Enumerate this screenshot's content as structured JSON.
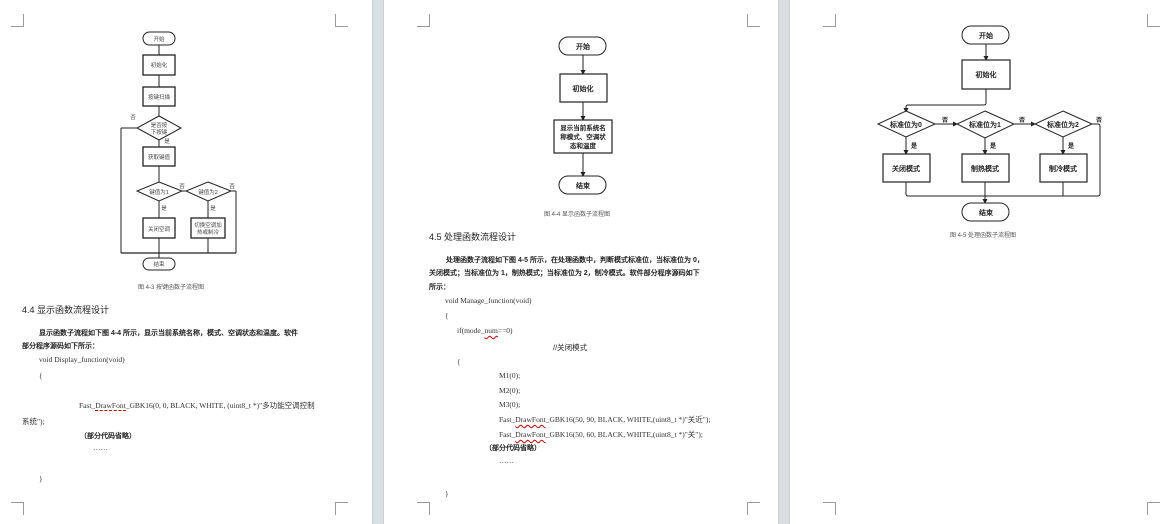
{
  "pages": [
    {
      "flowchart": {
        "nodes": {
          "start": "开始",
          "init": "初始化",
          "scan": "按键扫描",
          "decision_pressed": [
            "是否按",
            "下按键"
          ],
          "read": "获取键值",
          "decision_k1": "键值为1",
          "decision_k2": "键值为2",
          "off": "关闭空调",
          "switch": [
            "切换空调加",
            "热或制冷"
          ],
          "end": "结束"
        },
        "labels": {
          "yes": "是",
          "no": "否"
        }
      },
      "caption": "图 4-3   按键函数子流程图",
      "section_title": "4.4  显示函数流程设计",
      "paragraph_line1": "显示函数子流程如下图 4-4 所示，显示当前系统名称，模式、空调状态和温度。软件",
      "paragraph_line2": "部分程序源码如下所示：",
      "code": {
        "signature": "void Display_function(void)",
        "open_brace": "{",
        "call_prefix": "Fast_",
        "call_squiggle": "DrawFont",
        "call_rest": "_GBK16(0, 0, BLACK, WHITE, (uint8_t *)\"多功能空调控制",
        "call_wrap": "系统\");",
        "omitted": "（部分代码省略）",
        "ellipsis": "……",
        "close_brace": "}"
      }
    },
    {
      "flowchart": {
        "nodes": {
          "start": "开始",
          "init": "初始化",
          "display": [
            "显示当前系统名",
            "称模式、空调状",
            "态和温度"
          ],
          "end": "结束"
        }
      },
      "caption": "图 4-4   显示函数子流程图",
      "section_title": "4.5  处理函数流程设计",
      "paragraph_line1": "处理函数子流程如下图 4-5 所示，在处理函数中，判断模式标准位，当标准位为 0，",
      "paragraph_line2": "关闭模式；当标准位为 1，制热模式；当标准位为 2，制冷模式。软件部分程序源码如下",
      "paragraph_line3": "所示：",
      "code": {
        "signature": "void Manage_function(void)",
        "open_brace": "{",
        "if_prefix": "if(mode_",
        "if_squiggle": "num",
        "if_rest": "==0)",
        "comment": "//关闭模式",
        "inner_open": "{",
        "m1": "M1(0);",
        "m2": "M2(0);",
        "m3": "M3(0);",
        "draw1_prefix": "Fast_",
        "draw1_squiggle": "DrawFont",
        "draw1_rest": "_GBK16(50, 90, BLACK, WHITE,(uint8_t *)\"关近\");",
        "draw2_prefix": "Fast_",
        "draw2_squiggle": "DrawFont",
        "draw2_rest": "_GBK16(50, 60, BLACK, WHITE,(uint8_t *)\"关\");",
        "omitted": "（部分代码省略）",
        "ellipsis": "……",
        "close_brace": "}"
      }
    },
    {
      "flowchart": {
        "nodes": {
          "start": "开始",
          "init": "初始化",
          "decision_0": "标准位为0",
          "decision_1": "标准位为1",
          "decision_2": "标准位为2",
          "off_mode": "关闭模式",
          "heat_mode": "制热模式",
          "cool_mode": "制冷模式",
          "end": "结束"
        },
        "labels": {
          "yes": "是",
          "no": "否"
        }
      },
      "caption": "图 4-5   处理函数子流程图"
    }
  ],
  "colors": {
    "background": "#dde3e8",
    "page": "#ffffff",
    "spellcheck": "#d00000"
  }
}
